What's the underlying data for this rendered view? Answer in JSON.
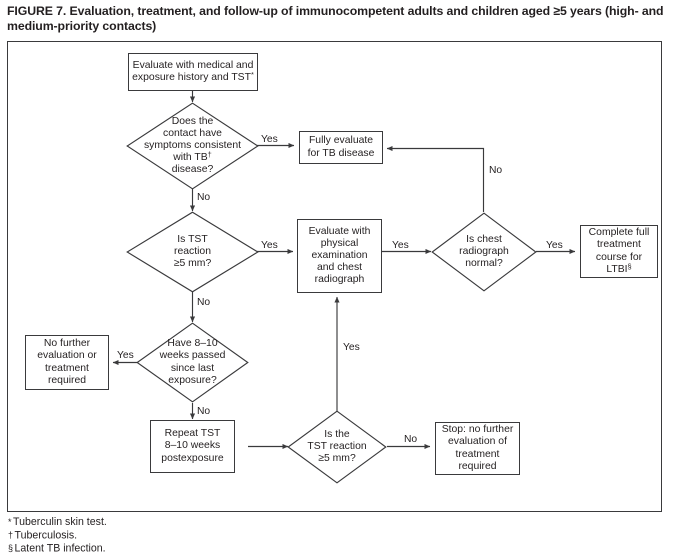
{
  "figure": {
    "title": "FIGURE 7. Evaluation, treatment, and follow-up of immunocompetent adults and children aged ≥5 years (high- and medium-priority contacts)"
  },
  "footnotes": [
    {
      "mark": "*",
      "text": "Tuberculin skin test."
    },
    {
      "mark": "†",
      "text": "Tuberculosis."
    },
    {
      "mark": "§",
      "text": "Latent TB infection."
    }
  ],
  "chart_data": {
    "type": "flowchart",
    "title": "Evaluation, treatment, and follow-up of immunocompetent adults and children aged ≥5 years (high- and medium-priority contacts)",
    "nodes": [
      {
        "id": "start",
        "shape": "rect",
        "text": "Evaluate with medical and exposure history and TST*"
      },
      {
        "id": "symptoms",
        "shape": "diamond",
        "text": "Does the contact have symptoms consistent with TB† disease?"
      },
      {
        "id": "fully",
        "shape": "rect",
        "text": "Fully evaluate for TB disease"
      },
      {
        "id": "tst5",
        "shape": "diamond",
        "text": "Is TST reaction ≥5 mm?"
      },
      {
        "id": "physexam",
        "shape": "rect",
        "text": "Evaluate with physical examination and chest radiograph"
      },
      {
        "id": "cxr",
        "shape": "diamond",
        "text": "Is chest radiograph normal?"
      },
      {
        "id": "ltbi",
        "shape": "rect",
        "text": "Complete full treatment course for LTBI§"
      },
      {
        "id": "weeks",
        "shape": "diamond",
        "text": "Have 8–10 weeks passed since last exposure?"
      },
      {
        "id": "nofurther",
        "shape": "rect",
        "text": "No further evaluation or treatment required"
      },
      {
        "id": "repeat",
        "shape": "rect",
        "text": "Repeat TST 8–10 weeks postexposure"
      },
      {
        "id": "tst5b",
        "shape": "diamond",
        "text": "Is the TST reaction ≥5 mm?"
      },
      {
        "id": "stop",
        "shape": "rect",
        "text": "Stop: no further evaluation of treatment required"
      }
    ],
    "edges": [
      {
        "from": "start",
        "to": "symptoms",
        "label": ""
      },
      {
        "from": "symptoms",
        "to": "fully",
        "label": "Yes"
      },
      {
        "from": "symptoms",
        "to": "tst5",
        "label": "No"
      },
      {
        "from": "tst5",
        "to": "physexam",
        "label": "Yes"
      },
      {
        "from": "tst5",
        "to": "weeks",
        "label": "No"
      },
      {
        "from": "physexam",
        "to": "cxr",
        "label": "Yes"
      },
      {
        "from": "cxr",
        "to": "ltbi",
        "label": "Yes"
      },
      {
        "from": "cxr",
        "to": "fully",
        "label": "No"
      },
      {
        "from": "weeks",
        "to": "nofurther",
        "label": "Yes"
      },
      {
        "from": "weeks",
        "to": "repeat",
        "label": "No"
      },
      {
        "from": "repeat",
        "to": "tst5b",
        "label": ""
      },
      {
        "from": "tst5b",
        "to": "physexam",
        "label": "Yes"
      },
      {
        "from": "tst5b",
        "to": "stop",
        "label": "No"
      }
    ]
  },
  "nodes": {
    "start": {
      "line1": "Evaluate with medical and",
      "line2": "exposure history and TST*"
    },
    "symptoms": {
      "line1": "Does the",
      "line2": "contact have",
      "line3": "symptoms consistent",
      "line4": "with TB†",
      "line5": "disease?"
    },
    "fully": {
      "line1": "Fully evaluate",
      "line2": "for TB disease"
    },
    "tst5": {
      "line1": "Is TST",
      "line2": "reaction",
      "line3": "≥5 mm?"
    },
    "physexam": {
      "line1": "Evaluate with",
      "line2": "physical",
      "line3": "examination",
      "line4": "and chest",
      "line5": "radiograph"
    },
    "cxr": {
      "line1": "Is chest",
      "line2": "radiograph",
      "line3": "normal?"
    },
    "ltbi": {
      "line1": "Complete full",
      "line2": "treatment",
      "line3": "course for",
      "line4": "LTBI§"
    },
    "weeks": {
      "line1": "Have 8–10",
      "line2": "weeks passed",
      "line3": "since last",
      "line4": "exposure?"
    },
    "nofurther": {
      "line1": "No further",
      "line2": "evaluation or",
      "line3": "treatment",
      "line4": "required"
    },
    "repeat": {
      "line1": "Repeat TST",
      "line2": "8–10 weeks",
      "line3": "postexposure"
    },
    "tst5b": {
      "line1": "Is the",
      "line2": "TST reaction",
      "line3": "≥5 mm?"
    },
    "stop": {
      "line1": "Stop: no further",
      "line2": "evaluation of",
      "line3": "treatment",
      "line4": "required"
    }
  },
  "edge_labels": {
    "symptoms_yes": "Yes",
    "symptoms_no": "No",
    "tst5_yes": "Yes",
    "tst5_no": "No",
    "physexam_yes": "Yes",
    "cxr_yes": "Yes",
    "cxr_no": "No",
    "weeks_yes": "Yes",
    "weeks_no": "No",
    "tst5b_yes": "Yes",
    "tst5b_no": "No"
  },
  "colors": {
    "ink": "#231f20",
    "line": "#3a3a3c",
    "background": "#ffffff"
  }
}
